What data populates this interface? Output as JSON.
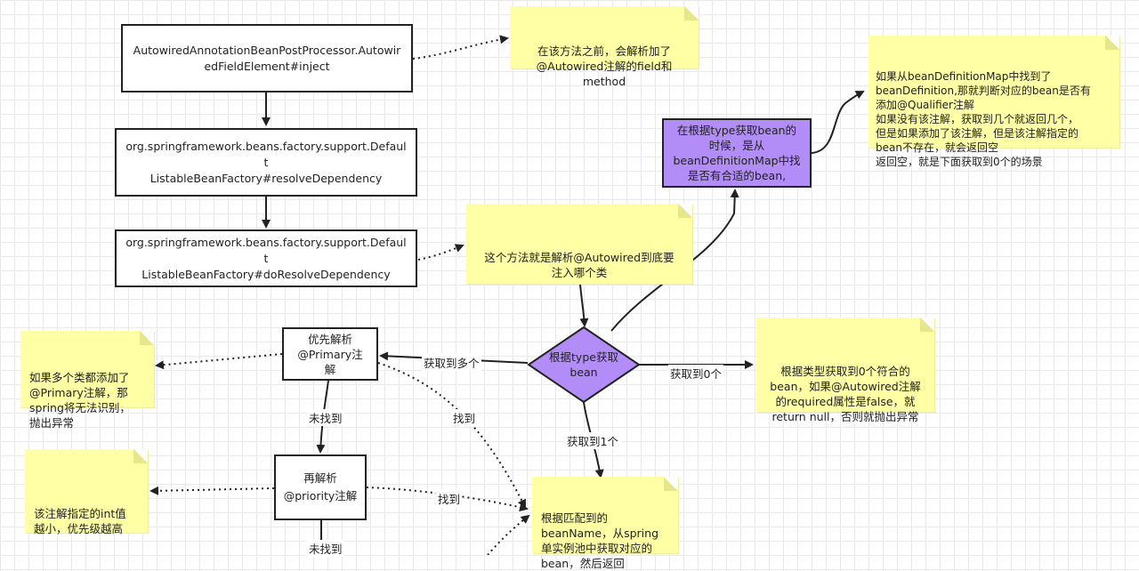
{
  "boxes": {
    "inject": "AutowiredAnnotationBeanPostProcessor.Autowir\nedFieldElement#inject",
    "resolve_dependency": "org.springframework.beans.factory.support.Default\nListableBeanFactory#resolveDependency",
    "do_resolve_dependency": "org.springframework.beans.factory.support.Default\nListableBeanFactory#doResolveDependency",
    "primary": "优先解析\n@Primary注\n解",
    "priority": "再解析\n@priority注解",
    "find_by_type": "在根据type获取bean的\n时候，是从\nbeanDefinitionMap中找\n是否有合适的bean,"
  },
  "decision": {
    "text": "根据type获取\nbean"
  },
  "notes": {
    "before_method": "在该方法之前，会解析加了\n@Autowired注解的field和\nmethod",
    "bean_definition_map": "如果从beanDefinitionMap中找到了\nbeanDefinition,那就判断对应的bean是否有\n添加@Qualifier注解\n如果没有该注解，获取到几个就返回几个，\n但是如果添加了该注解，但是该注解指定的\nbean不存在，就会返回空\n返回空，就是下面获取到0个的场景",
    "method_purpose": "这个方法就是解析@Autowired到底要\n注入哪个类",
    "multiple_primary": "如果多个类都添加了\n@Primary注解，那\nspring将无法识别，\n抛出异常",
    "zero_found": "根据类型获取到0个符合的\nbean，如果@Autowired注解\n的required属性是false，就\nreturn null，否则就抛出异常",
    "priority_value": "该注解指定的int值\n越小，优先级越高",
    "return_bean": "根据匹配到的\nbeanName，从spring\n单实例池中获取对应的\nbean，然后返回"
  },
  "edge_labels": {
    "multiple": "获取到多个",
    "zero": "获取到0个",
    "one": "获取到1个",
    "not_found_1": "未找到",
    "found_1": "找到",
    "found_2": "找到",
    "not_found_2": "未找到"
  },
  "colors": {
    "note": "#ffffa6",
    "purple": "#b28cf7",
    "border": "#222222"
  }
}
